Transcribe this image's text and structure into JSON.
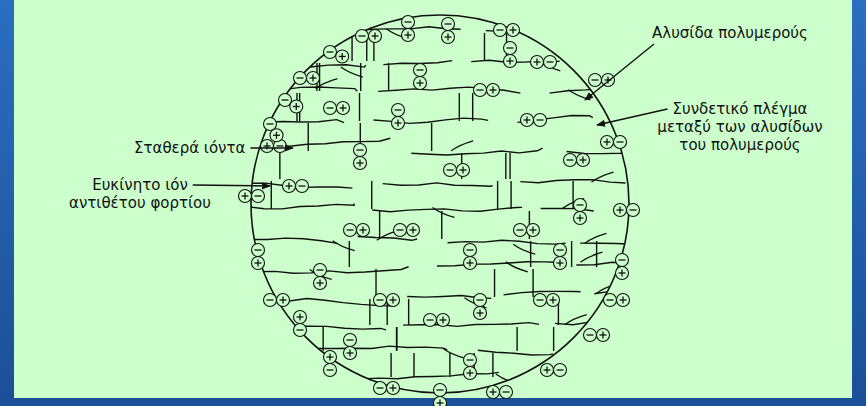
{
  "diagram": {
    "labels": [
      "Αλυσίδα πολυμερούς",
      "Σταθερά ιόντα",
      "Ευκίνητο ιόν αντιθέτου φορτίου",
      "Συνδετικό πλέγμα μεταξύ των αλυσίδων του πολυμερούς"
    ]
  }
}
